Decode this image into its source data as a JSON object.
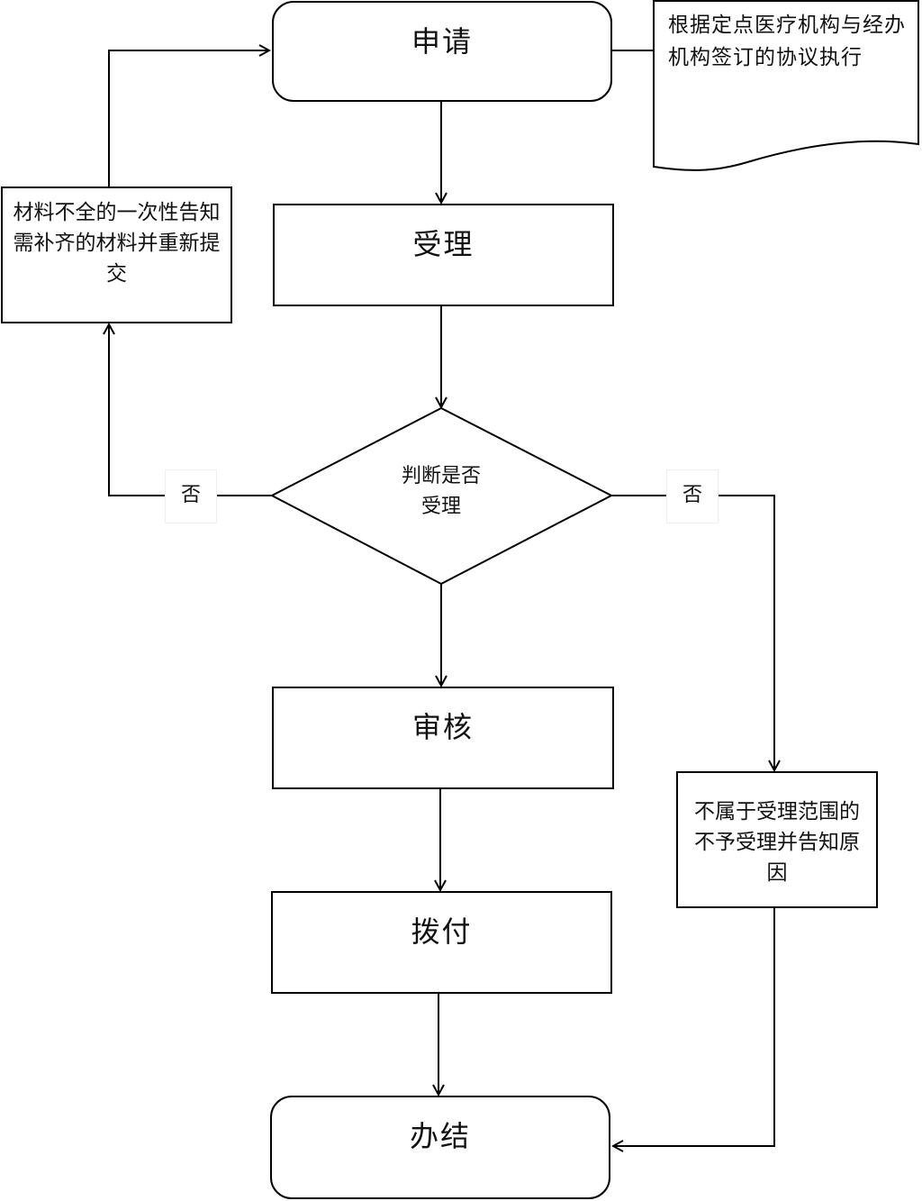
{
  "nodes": {
    "apply": "申请",
    "accept": "受理",
    "decision": "判断是否受理",
    "decision_line1": "判断是否",
    "decision_line2": "受理",
    "review": "审核",
    "payment": "拨付",
    "complete": "办结",
    "incomplete": "材料不全的一次性告知需补齐的材料并重新提交",
    "reject": "不属于受理范围的不予受理并告知原因",
    "note": "根据定点医疗机构与经办机构签订的协议执行"
  },
  "edges": {
    "left_no": "否",
    "right_no": "否"
  }
}
